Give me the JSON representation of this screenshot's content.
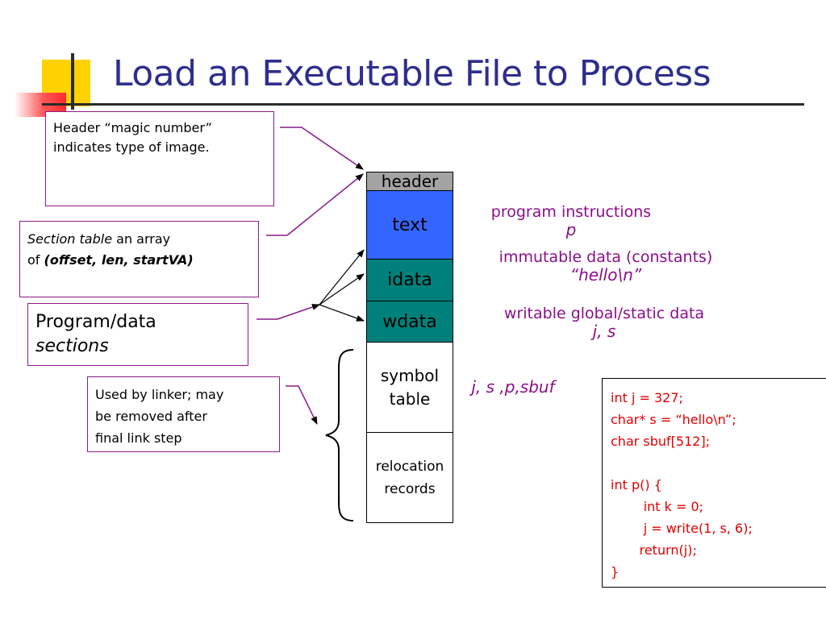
{
  "slide": {
    "title": "Load an Executable File to Process"
  },
  "notes": {
    "header_magic": [
      "Header “magic number”",
      "indicates type of image."
    ],
    "section_table": {
      "line1_italic": "Section table",
      "line1_rest": " an array",
      "line2_prefix": "of ",
      "line2_bold_italic": "(offset, len, startVA)"
    },
    "program_data": {
      "line1": "Program/data",
      "line2_italic": "sections"
    },
    "linker": [
      "Used by linker; may",
      "be removed after",
      "final link step"
    ]
  },
  "segments": {
    "header": "header",
    "text": "text",
    "idata": "idata",
    "wdata": "wdata",
    "symbol_table": [
      "symbol",
      "table"
    ],
    "relocation_records": [
      "relocation",
      "records"
    ]
  },
  "descriptions": {
    "program_instructions": {
      "main": "program instructions",
      "sub": "p"
    },
    "immutable_data": {
      "main": "immutable data (constants)",
      "sub": "“hello\\n”"
    },
    "writable_data": {
      "main": "writable global/static data",
      "sub": "j, s"
    },
    "symbols": "j, s ,p,sbuf"
  },
  "code_lines": [
    "int j = 327;",
    "char* s = “hello\\n”;",
    "char sbuf[512];",
    "",
    "int p() {",
    "        int k = 0;",
    "        j = write(1, s, 6);",
    "       return(j);",
    "}"
  ],
  "colors": {
    "title": "#2e2e8f",
    "annotation": "#8b0e8b",
    "code": "#e00000",
    "header_segment": "#a3a3a3",
    "text_segment": "#3366ff",
    "data_segment": "#00807a"
  }
}
